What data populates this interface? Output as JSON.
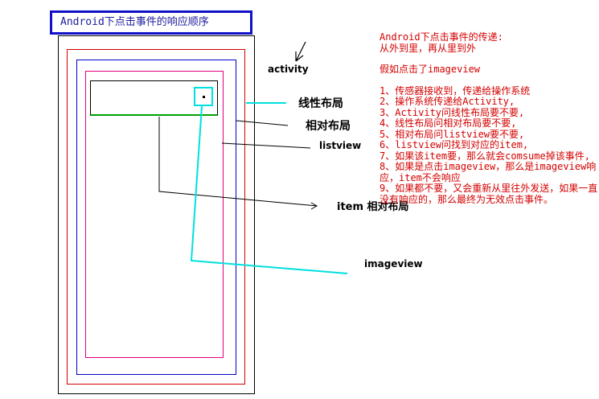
{
  "title": "Android下点击事件的响应顺序",
  "labels": {
    "activity": "activity",
    "linear_layout": "线性布局",
    "relative_layout": "相对布局",
    "listview": "listview",
    "item_relative": "item 相对布局",
    "imageview": "imageview"
  },
  "notes": {
    "heading": "Android下点击事件的传递:",
    "subheading": "从外到里，再从里到外",
    "assume": "假如点击了imageview",
    "steps": [
      "1、传感器接收到，传递给操作系统",
      "2、操作系统传递给Activity,",
      "3、Activity问线性布局要不要,",
      "4、线性布局问相对布局要不要,",
      "5、相对布局问listview要不要,",
      "6、listview问找到对应的item,",
      "7、如果该item要，那么就会comsume掉该事件,",
      "8、如果是点击imageview，那么是imageview响应，item不会响应",
      "9、如果都不要，又会重新从里往外发送，如果一直没有响应的，那么最终为无效点击事件。"
    ]
  },
  "colors": {
    "title_border": "#1010c8",
    "activity_border": "#000000",
    "linear_border": "#d40000",
    "relative_border": "#0000c8",
    "listview_border": "#e0007a",
    "item_border": "#000000",
    "item_bottom": "#00a000",
    "imageview_border": "#00e0e0",
    "notes_text": "#d40000"
  }
}
